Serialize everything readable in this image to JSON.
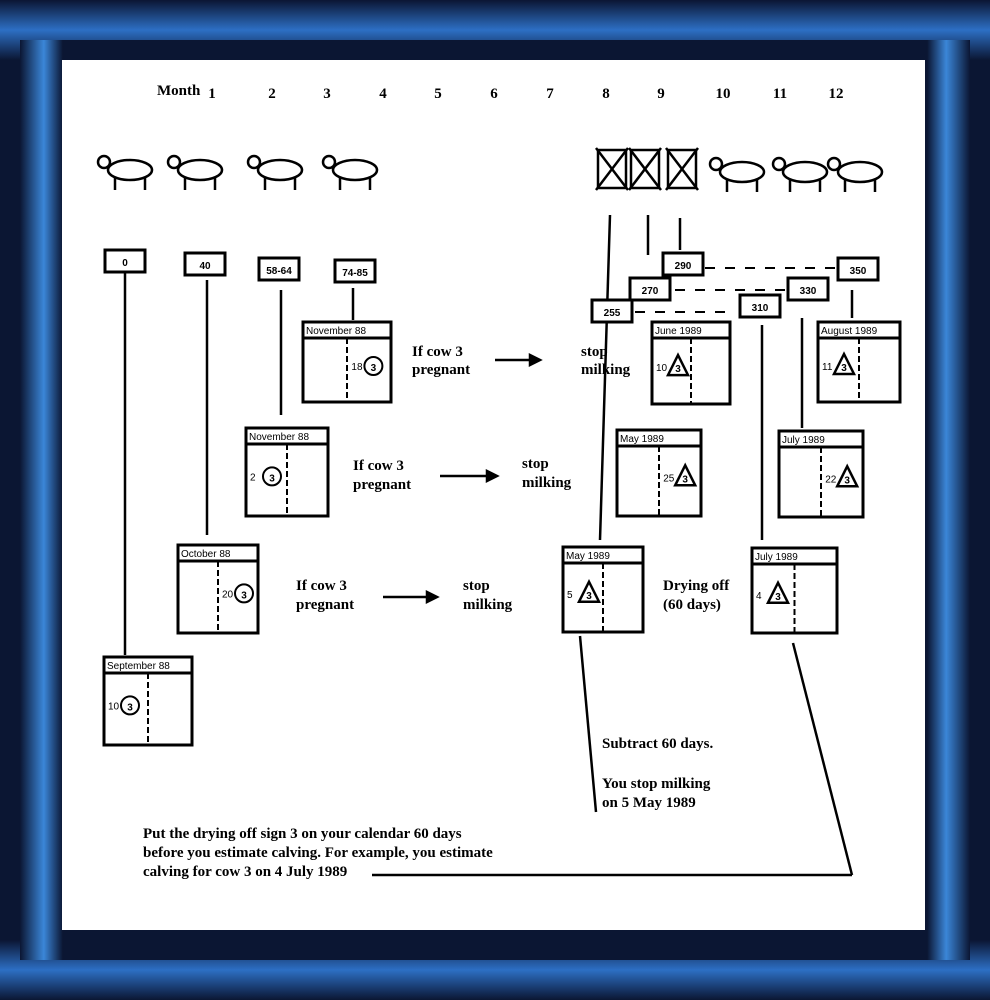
{
  "months": {
    "label": "Month",
    "numbers": [
      "1",
      "2",
      "3",
      "4",
      "5",
      "6",
      "7",
      "8",
      "9",
      "10",
      "11",
      "12"
    ]
  },
  "day_tags": [
    "0",
    "40",
    "58-64",
    "74-85",
    "255",
    "270",
    "290",
    "310",
    "330",
    "350"
  ],
  "calendars": [
    {
      "header": "September 88",
      "day": "10",
      "sign": "3"
    },
    {
      "header": "October 88",
      "day": "20",
      "sign": "3"
    },
    {
      "header": "November 88",
      "day": "2",
      "sign": "3"
    },
    {
      "header": "November 88",
      "day": "18",
      "sign": "3"
    },
    {
      "header": "May 1989",
      "day": "5",
      "sign": "3"
    },
    {
      "header": "May 1989",
      "day": "25",
      "sign": "3"
    },
    {
      "header": "June 1989",
      "day": "10",
      "sign": "3"
    },
    {
      "header": "July 1989",
      "day": "4",
      "sign": "3"
    },
    {
      "header": "July 1989",
      "day": "22",
      "sign": "3"
    },
    {
      "header": "August 1989",
      "day": "11",
      "sign": "3"
    }
  ],
  "notes": {
    "if_pregnant_1": "If cow 3",
    "if_pregnant_2": "pregnant",
    "stop_1": "stop",
    "stop_2": "milking",
    "drying_1": "Drying off",
    "drying_2": "(60 days)",
    "subtract": "Subtract 60 days.",
    "you_stop_1": "You stop milking",
    "you_stop_2": "on 5 May 1989",
    "footer_1": "Put the drying off sign   3   on your calendar 60 days",
    "footer_2": "before you estimate calving.  For example, you estimate",
    "footer_3": "calving for cow 3 on 4 July 1989"
  }
}
